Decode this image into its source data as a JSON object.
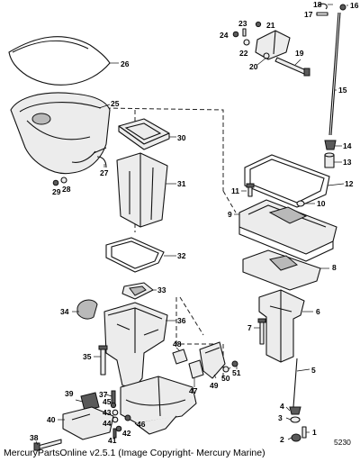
{
  "diagram": {
    "figure_number": "5230",
    "caption": "MercuryPartsOnline v2.5.1 (Image Copyright- Mercury Marine)",
    "callouts": {
      "c1": "1",
      "c2": "2",
      "c3": "3",
      "c4": "4",
      "c5": "5",
      "c6": "6",
      "c7": "7",
      "c8": "8",
      "c9": "9",
      "c10": "10",
      "c11": "11",
      "c12": "12",
      "c13": "13",
      "c14": "14",
      "c15": "15",
      "c16": "16",
      "c17": "17",
      "c18": "18",
      "c19": "19",
      "c20": "20",
      "c21": "21",
      "c22": "22",
      "c23": "23",
      "c24": "24",
      "c25": "25",
      "c26": "26",
      "c27": "27",
      "c28": "28",
      "c29": "29",
      "c30": "30",
      "c31": "31",
      "c32": "32",
      "c33": "33",
      "c34": "34",
      "c35": "35",
      "c36": "36",
      "c37": "37",
      "c38": "38",
      "c39": "39",
      "c40": "40",
      "c41": "41",
      "c42": "42",
      "c43": "43",
      "c44": "44",
      "c45": "45",
      "c46": "46",
      "c47": "47",
      "c48": "48",
      "c49": "49",
      "c50": "50",
      "c51": "51"
    }
  }
}
